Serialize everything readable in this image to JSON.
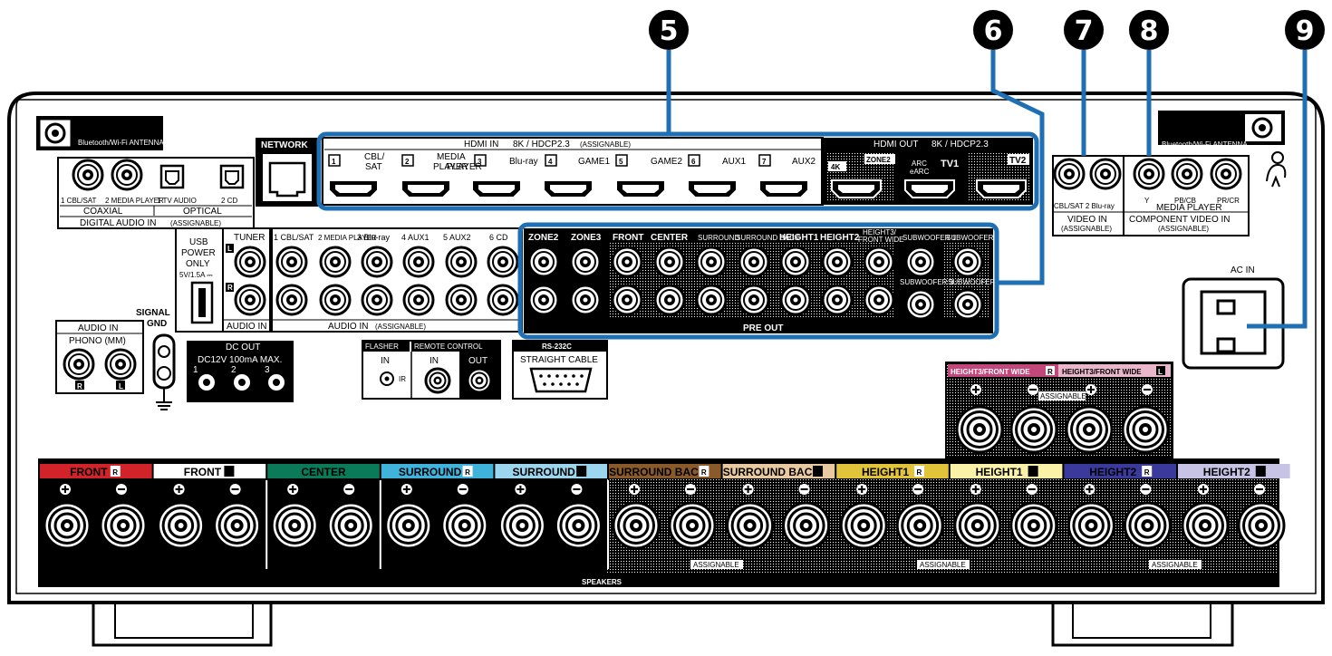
{
  "callouts": {
    "n5": "5",
    "n6": "6",
    "n7": "7",
    "n8": "8",
    "n9": "9"
  },
  "antennas": {
    "left": "Bluetooth/Wi-Fi ANTENNA",
    "right": "Bluetooth/Wi-Fi ANTENNA"
  },
  "network": "NETWORK",
  "digital_audio": {
    "jacks": [
      "1 CBL/SAT",
      "2 MEDIA PLAYER",
      "1 TV AUDIO",
      "2 CD"
    ],
    "coaxial": "COAXIAL",
    "optical": "OPTICAL",
    "title": "DIGITAL AUDIO IN",
    "assignable": "(ASSIGNABLE)"
  },
  "hdmi_in": {
    "title": "HDMI IN",
    "spec": "8K / HDCP2.3",
    "assignable": "(ASSIGNABLE)",
    "inputs": [
      {
        "num": "1",
        "label": "CBL/",
        "label2": "SAT"
      },
      {
        "num": "2",
        "label": "MEDIA",
        "label2": "PLAYER"
      },
      {
        "num": "3",
        "label": "",
        "label2": ""
      },
      {
        "num": "4",
        "label": "Blu-ray",
        "label2": ""
      },
      {
        "num": "5",
        "label": "GAME1",
        "label2": ""
      },
      {
        "num": "6",
        "label": "GAME2",
        "label2": ""
      },
      {
        "num": "7",
        "label": "AUX1",
        "label2": ""
      }
    ],
    "aux2": "AUX2"
  },
  "hdmi_out": {
    "title": "HDMI OUT",
    "spec": "8K / HDCP2.3",
    "k4": "4K",
    "zone2": "ZONE2",
    "arc": "ARC",
    "earc": "eARC",
    "tv1": "TV1",
    "tv2": "TV2"
  },
  "video_in": {
    "labels": "CBL/SAT 2 Blu-ray",
    "title": "VIDEO IN",
    "assignable": "(ASSIGNABLE)"
  },
  "component": {
    "y": "Y",
    "pb": "PB/CB",
    "pr": "PR/CR",
    "media": "MEDIA PLAYER",
    "title": "COMPONENT VIDEO IN",
    "assignable": "(ASSIGNABLE)"
  },
  "usb": {
    "line1": "USB",
    "line2": "POWER",
    "line3": "ONLY",
    "line4": "5V/1.5A ⎓"
  },
  "tuner": "TUNER",
  "audio_in_small": "AUDIO IN",
  "analog_in": {
    "labels": [
      "1 CBL/SAT",
      "2 MEDIA PLAYER",
      "3 Blu-ray",
      "4 AUX1",
      "5 AUX2",
      "6 CD"
    ],
    "title": "AUDIO IN",
    "assignable": "(ASSIGNABLE)"
  },
  "pre_out": {
    "zone2": "ZONE2",
    "zone3": "ZONE3",
    "front": "FRONT",
    "center": "CENTER",
    "surround": "SURROUND",
    "surround_back": "SURROUND BACK",
    "height1": "HEIGHT1",
    "height2": "HEIGHT2",
    "height3": "HEIGHT3/",
    "front_wide": "FRONT WIDE",
    "sub1": "SUBWOOFER 1",
    "sub2": "SUBWOOFER 2",
    "sub3": "SUBWOOFER 3",
    "sub4": "SUBWOOFER 4",
    "title": "PRE OUT"
  },
  "ac_in": "AC IN",
  "phono": {
    "title": "AUDIO IN",
    "sub": "PHONO (MM)",
    "r": "R",
    "l": "L"
  },
  "signal_gnd": {
    "line1": "SIGNAL",
    "line2": "GND"
  },
  "dc_out": {
    "title": "DC OUT",
    "spec": "DC12V 100mA MAX.",
    "nums": [
      "1",
      "2",
      "3"
    ]
  },
  "flasher": {
    "title": "FLASHER",
    "in": "IN",
    "ir": "IR"
  },
  "remote": {
    "title": "REMOTE CONTROL",
    "in": "IN",
    "out": "OUT"
  },
  "rs232": {
    "title": "RS-232C",
    "sub": "STRAIGHT CABLE"
  },
  "height3_block": {
    "r_label": "HEIGHT3/FRONT WIDE",
    "l_label": "HEIGHT3/FRONT WIDE",
    "r": "R",
    "l": "L",
    "assignable": "ASSIGNABLE"
  },
  "speakers": {
    "title": "SPEAKERS",
    "assignable": "ASSIGNABLE",
    "channels": [
      {
        "name": "FRONT",
        "side": "R",
        "color": "#d2232a"
      },
      {
        "name": "FRONT",
        "side": "L",
        "color": "#ffffff"
      },
      {
        "name": "CENTER",
        "side": "",
        "color": "#0b7a58"
      },
      {
        "name": "SURROUND",
        "side": "R",
        "color": "#3fb3dc"
      },
      {
        "name": "SURROUND",
        "side": "L",
        "color": "#9bd6ee"
      },
      {
        "name": "SURROUND BACK",
        "side": "R",
        "color": "#8a5a2b"
      },
      {
        "name": "SURROUND BACK",
        "side": "L",
        "color": "#e9c9a0"
      },
      {
        "name": "HEIGHT1",
        "side": "R",
        "color": "#e2c43a"
      },
      {
        "name": "HEIGHT1",
        "side": "L",
        "color": "#faf2a6"
      },
      {
        "name": "HEIGHT2",
        "side": "R",
        "color": "#3a3a9c"
      },
      {
        "name": "HEIGHT2",
        "side": "L",
        "color": "#c7c3e4"
      }
    ]
  },
  "colors": {
    "highlight": "#1f6fb4",
    "height3_r": "#c2477a",
    "height3_l": "#e9b6cc"
  }
}
